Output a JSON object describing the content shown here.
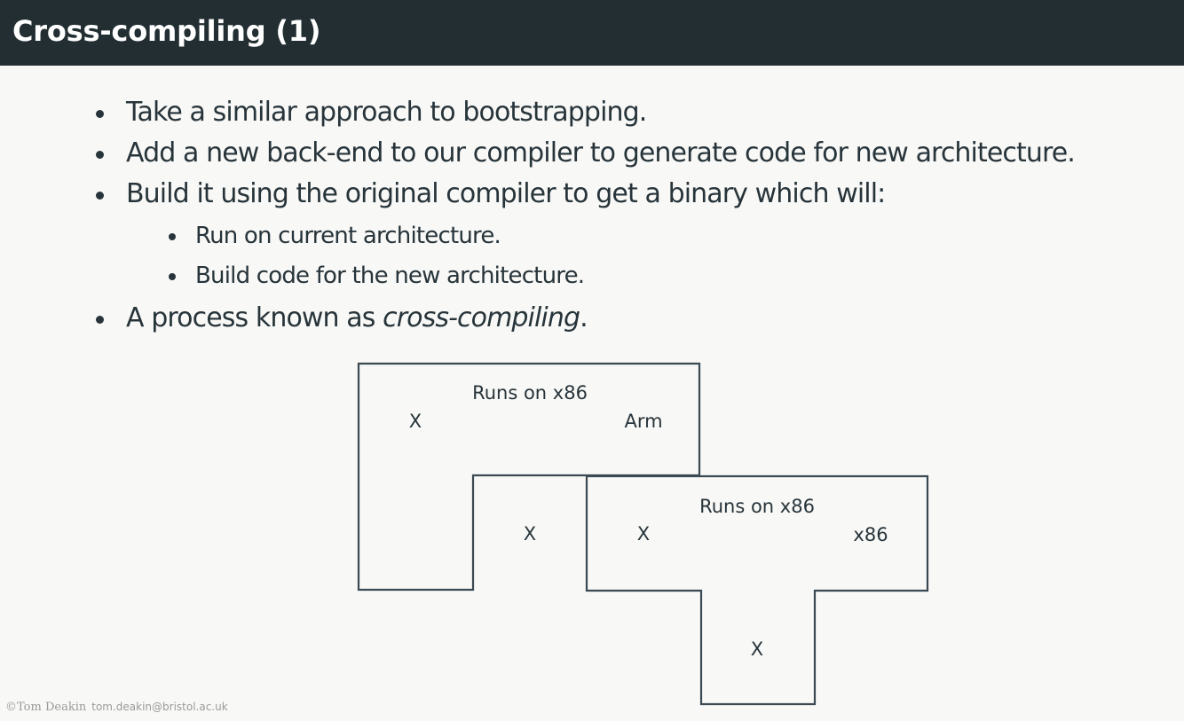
{
  "slide": {
    "title": "Cross-compiling (1)",
    "background_color": "#f8f8f6",
    "title_bar_color": "#222e32",
    "text_color": "#27343a"
  },
  "bullets": {
    "items": [
      {
        "level": 1,
        "text": "Take a similar approach to bootstrapping."
      },
      {
        "level": 1,
        "text": "Add a new back-end to our compiler to generate code for new architecture."
      },
      {
        "level": 1,
        "text": "Build it using the original compiler to get a binary which will:"
      },
      {
        "level": 2,
        "text": "Run on current architecture."
      },
      {
        "level": 2,
        "text": "Build code for the new architecture."
      }
    ],
    "last_item_prefix": "A process known as ",
    "last_item_italic": "cross-compiling",
    "last_item_suffix": "."
  },
  "diagram": {
    "type": "tombstone-diagram",
    "stroke_color": "#3b4a52",
    "fill_color": "#f8f8f6",
    "shapes": [
      {
        "name": "cross-compiler-tombstone",
        "runs_on": "Runs on x86",
        "source_language": "X",
        "target_language": "Arm",
        "implementation_language": "X"
      },
      {
        "name": "host-compiler-tombstone",
        "runs_on": "Runs on x86",
        "source_language": "X",
        "target_language": "x86",
        "implementation_language": "X"
      }
    ],
    "labels": {
      "box1_runs_on": "Runs on x86",
      "box1_left": "X",
      "box1_right": "Arm",
      "box1_tab": "X",
      "box2_runs_on": "Runs on x86",
      "box2_left": "X",
      "box2_right": "x86",
      "box2_tab": "X"
    }
  },
  "footer": {
    "copyright_mark": "©",
    "author": "Tom Deakin",
    "email": "tom.deakin@bristol.ac.uk"
  }
}
